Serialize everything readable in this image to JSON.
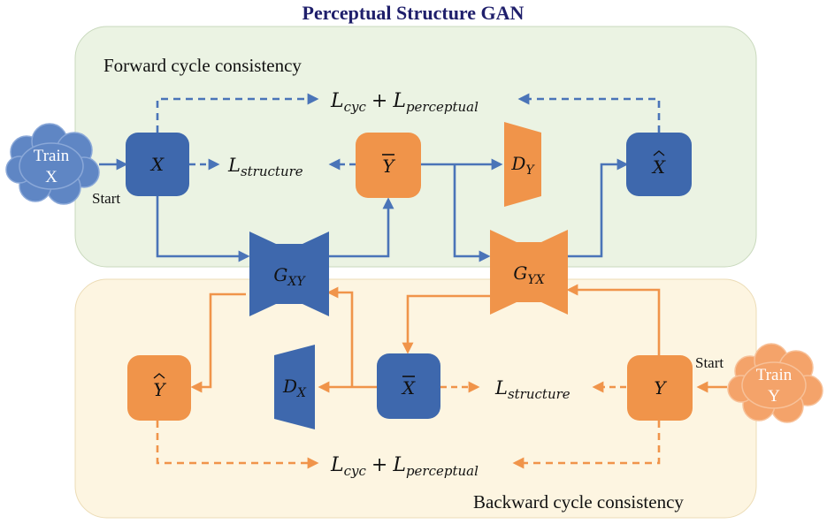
{
  "title": "Perceptual Structure GAN",
  "forward": {
    "label": "Forward cycle consistency",
    "loss_top": {
      "l1": "L",
      "s1": "cyc",
      "plus": "+",
      "l2": "L",
      "s2": "perceptual"
    },
    "loss_structure": {
      "l": "L",
      "s": "structure"
    }
  },
  "backward": {
    "label": "Backward cycle consistency",
    "loss_bottom": {
      "l1": "L",
      "s1": "cyc",
      "plus": "+",
      "l2": "L",
      "s2": "perceptual"
    },
    "loss_structure": {
      "l": "L",
      "s": "structure"
    }
  },
  "train_x": {
    "line1": "Train",
    "line2": "X"
  },
  "train_y": {
    "line1": "Train",
    "line2": "Y"
  },
  "start_labels": {
    "left": "Start",
    "right": "Start"
  },
  "nodes": {
    "x": "X",
    "y_bar": "Y",
    "x_hat": "X",
    "y_hat": "Y",
    "x_bar": "X",
    "y": "Y"
  },
  "generators": {
    "gxy": {
      "base": "G",
      "sub": "XY"
    },
    "gyx": {
      "base": "G",
      "sub": "YX"
    }
  },
  "discriminators": {
    "dy": {
      "base": "D",
      "sub": "Y"
    },
    "dx": {
      "base": "D",
      "sub": "X"
    }
  },
  "colors": {
    "blue": "#4a74b8",
    "blue_dark": "#3e68ad",
    "orange": "#f0944a",
    "forward_bg": "#ebf3e3",
    "backward_bg": "#fdf5e1",
    "title": "#1f1f6b"
  }
}
